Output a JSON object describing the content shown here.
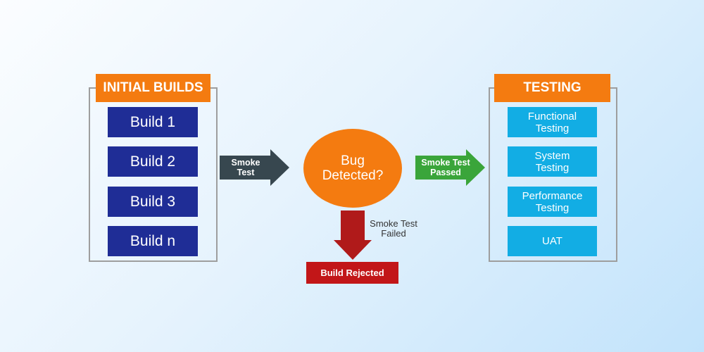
{
  "initial_builds": {
    "title": "INITIAL BUILDS",
    "builds": [
      "Build 1",
      "Build 2",
      "Build 3",
      "Build n"
    ]
  },
  "smoke_test_arrow": {
    "label": "Smoke\nTest"
  },
  "decision": {
    "label": "Bug\nDetected?"
  },
  "passed_arrow": {
    "label": "Smoke Test\nPassed"
  },
  "failed_arrow": {
    "label": "Smoke Test\nFailed"
  },
  "rejected": {
    "label": "Build Rejected"
  },
  "testing": {
    "title": "TESTING",
    "items": [
      "Functional\nTesting",
      "System\nTesting",
      "Performance\nTesting",
      "UAT"
    ]
  },
  "colors": {
    "orange": "#f47b10",
    "navy": "#1f2d96",
    "cyan": "#12ade4",
    "slate": "#37474f",
    "green": "#3aa53a",
    "red": "#c21618"
  }
}
